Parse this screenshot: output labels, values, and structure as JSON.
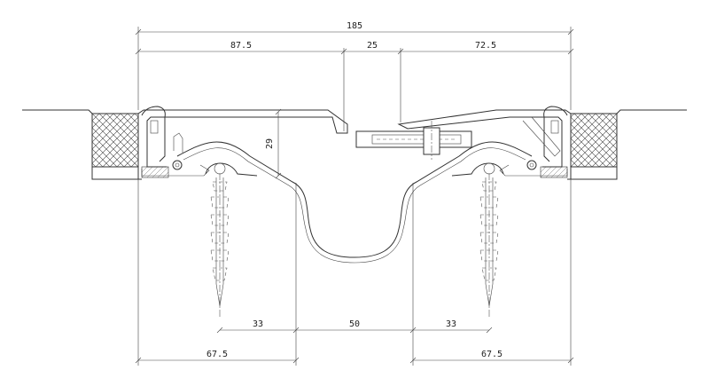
{
  "dimensions": {
    "total_width": "185",
    "left_top": "87.5",
    "center_top": "25",
    "right_top": "72.5",
    "height": "29",
    "bottom_left_inner": "33",
    "bottom_center": "50",
    "bottom_right_inner": "33",
    "bottom_left_outer": "67.5",
    "bottom_right_outer": "67.5"
  }
}
